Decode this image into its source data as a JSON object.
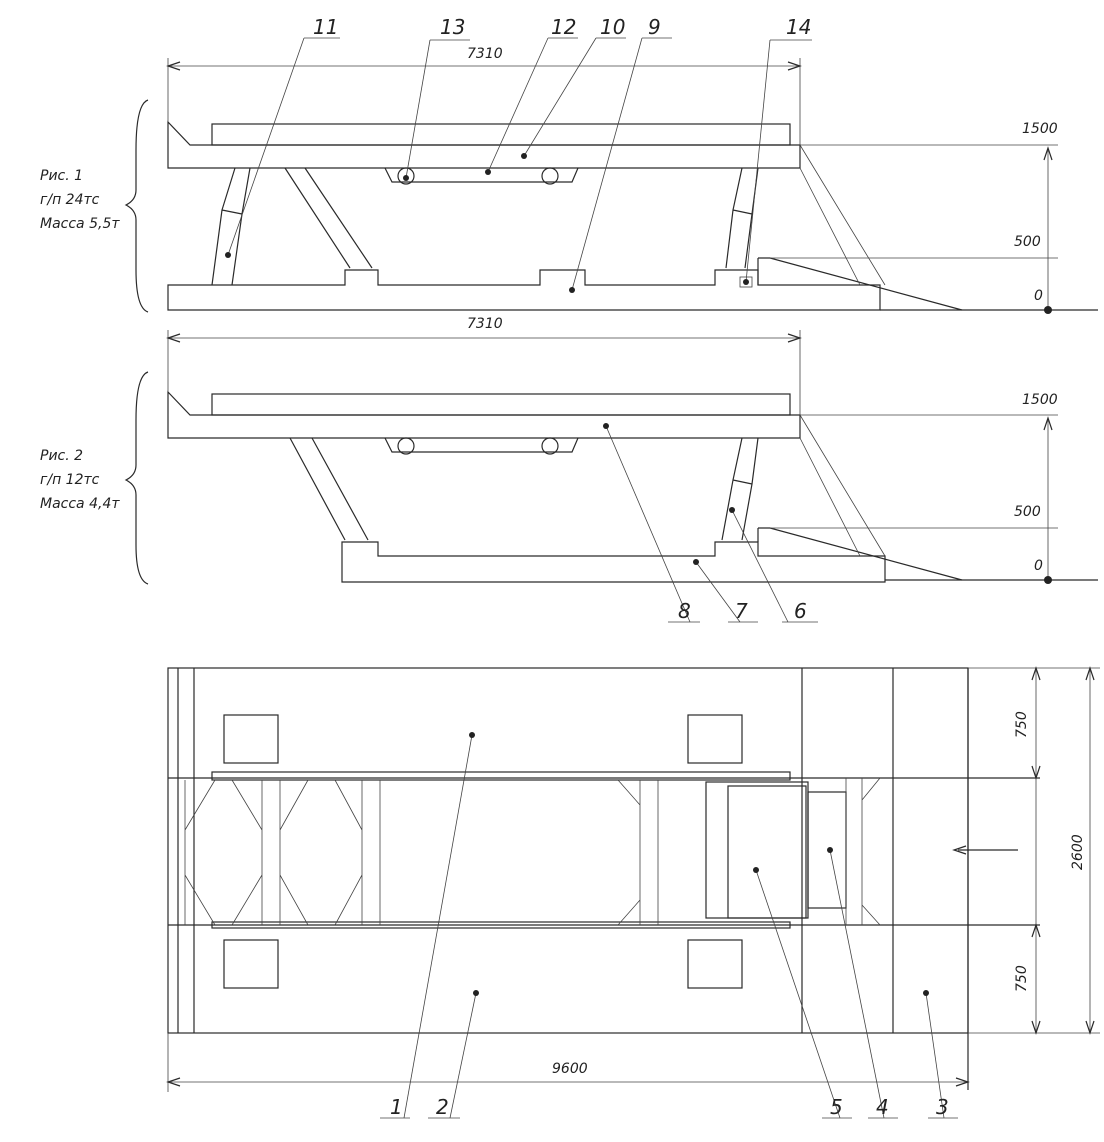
{
  "captions": {
    "fig1": [
      "Рис. 1",
      "г/п 24тс",
      "Масса 5,5т"
    ],
    "fig2": [
      "Рис. 2",
      "г/п 12тс",
      "Масса 4,4т"
    ]
  },
  "dimensions": {
    "fig1_length": "7310",
    "fig2_length": "7310",
    "total_length": "9600",
    "total_width": "2600",
    "side_width_top": "750",
    "side_width_bottom": "750"
  },
  "levels": {
    "fig1": [
      "1500",
      "500",
      "0"
    ],
    "fig2": [
      "1500",
      "500",
      "0"
    ]
  },
  "callouts": {
    "c1": "1",
    "c2": "2",
    "c3": "3",
    "c4": "4",
    "c5": "5",
    "c6": "6",
    "c7": "7",
    "c8": "8",
    "c9": "9",
    "c10": "10",
    "c11": "11",
    "c12": "12",
    "c13": "13",
    "c14": "14"
  },
  "colors": {
    "line": "#2a2a2a",
    "paper": "#ffffff"
  }
}
